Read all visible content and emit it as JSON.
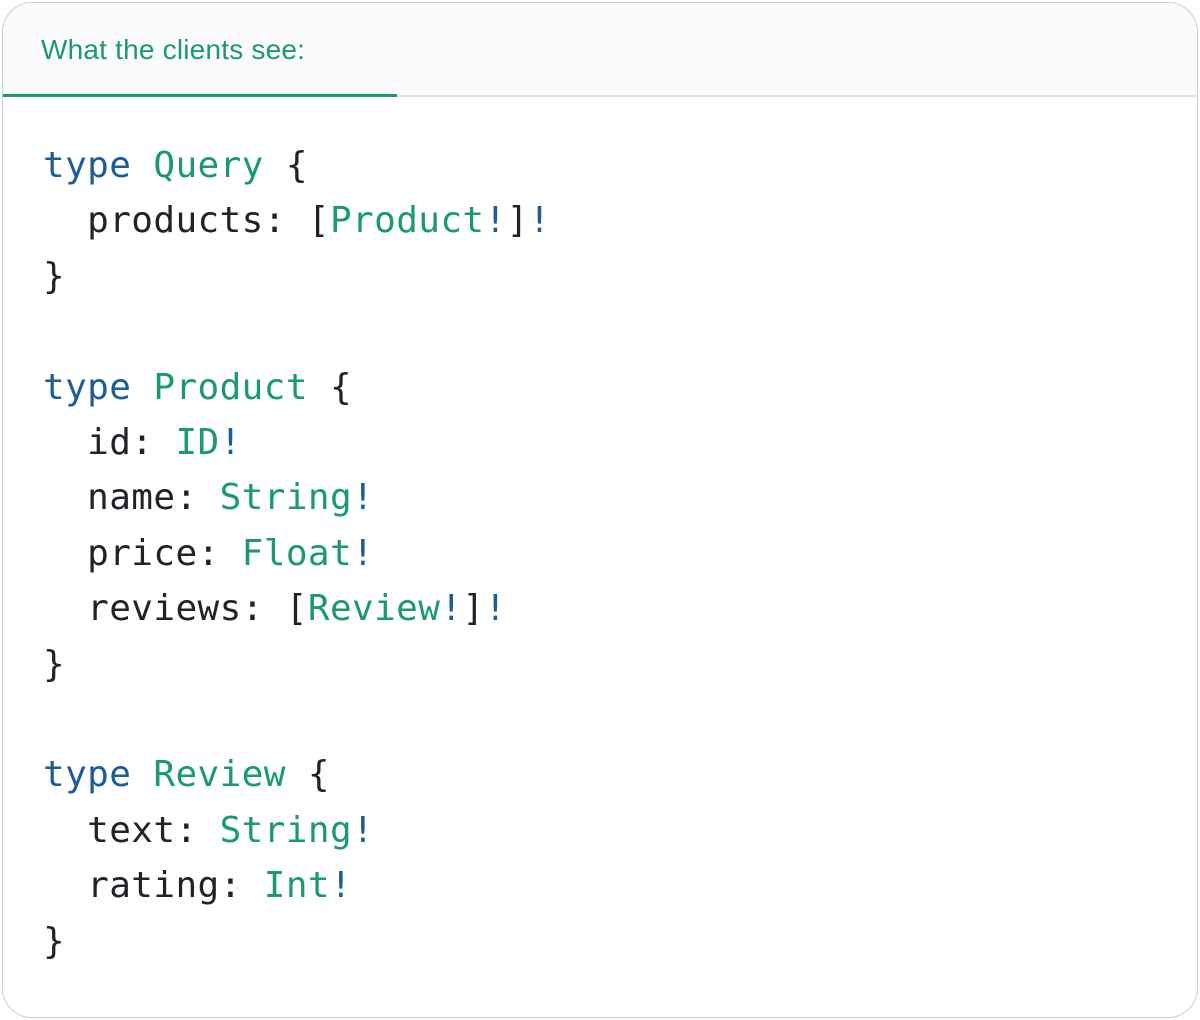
{
  "panel": {
    "tab_label": "What the clients see:"
  },
  "colors": {
    "accent_green": "#1a9a6e",
    "keyword_blue": "#1c5c99",
    "code_text": "#212329",
    "tab_divider": "#e4e4e4",
    "header_bg": "#fbfbfb",
    "card_border": "#bcd9c5",
    "card_bg": "#ffffff"
  },
  "code": {
    "language": "graphql",
    "blocks": [
      {
        "lines": [
          [
            [
              "kw",
              "type"
            ],
            [
              "plain",
              " "
            ],
            [
              "type",
              "Query"
            ],
            [
              "plain",
              " {"
            ]
          ],
          [
            [
              "plain",
              "  products: ["
            ],
            [
              "type",
              "Product"
            ],
            [
              "bang",
              "!"
            ],
            [
              "plain",
              "]"
            ],
            [
              "bang",
              "!"
            ]
          ],
          [
            [
              "plain",
              "}"
            ]
          ]
        ]
      },
      {
        "lines": [
          [
            [
              "kw",
              "type"
            ],
            [
              "plain",
              " "
            ],
            [
              "type",
              "Product"
            ],
            [
              "plain",
              " {"
            ]
          ],
          [
            [
              "plain",
              "  id: "
            ],
            [
              "type",
              "ID"
            ],
            [
              "bang",
              "!"
            ]
          ],
          [
            [
              "plain",
              "  name: "
            ],
            [
              "type",
              "String"
            ],
            [
              "bang",
              "!"
            ]
          ],
          [
            [
              "plain",
              "  price: "
            ],
            [
              "type",
              "Float"
            ],
            [
              "bang",
              "!"
            ]
          ],
          [
            [
              "plain",
              "  reviews: ["
            ],
            [
              "type",
              "Review"
            ],
            [
              "bang",
              "!"
            ],
            [
              "plain",
              "]"
            ],
            [
              "bang",
              "!"
            ]
          ],
          [
            [
              "plain",
              "}"
            ]
          ]
        ]
      },
      {
        "lines": [
          [
            [
              "kw",
              "type"
            ],
            [
              "plain",
              " "
            ],
            [
              "type",
              "Review"
            ],
            [
              "plain",
              " {"
            ]
          ],
          [
            [
              "plain",
              "  text: "
            ],
            [
              "type",
              "String"
            ],
            [
              "bang",
              "!"
            ]
          ],
          [
            [
              "plain",
              "  rating: "
            ],
            [
              "type",
              "Int"
            ],
            [
              "bang",
              "!"
            ]
          ],
          [
            [
              "plain",
              "}"
            ]
          ]
        ]
      }
    ]
  }
}
